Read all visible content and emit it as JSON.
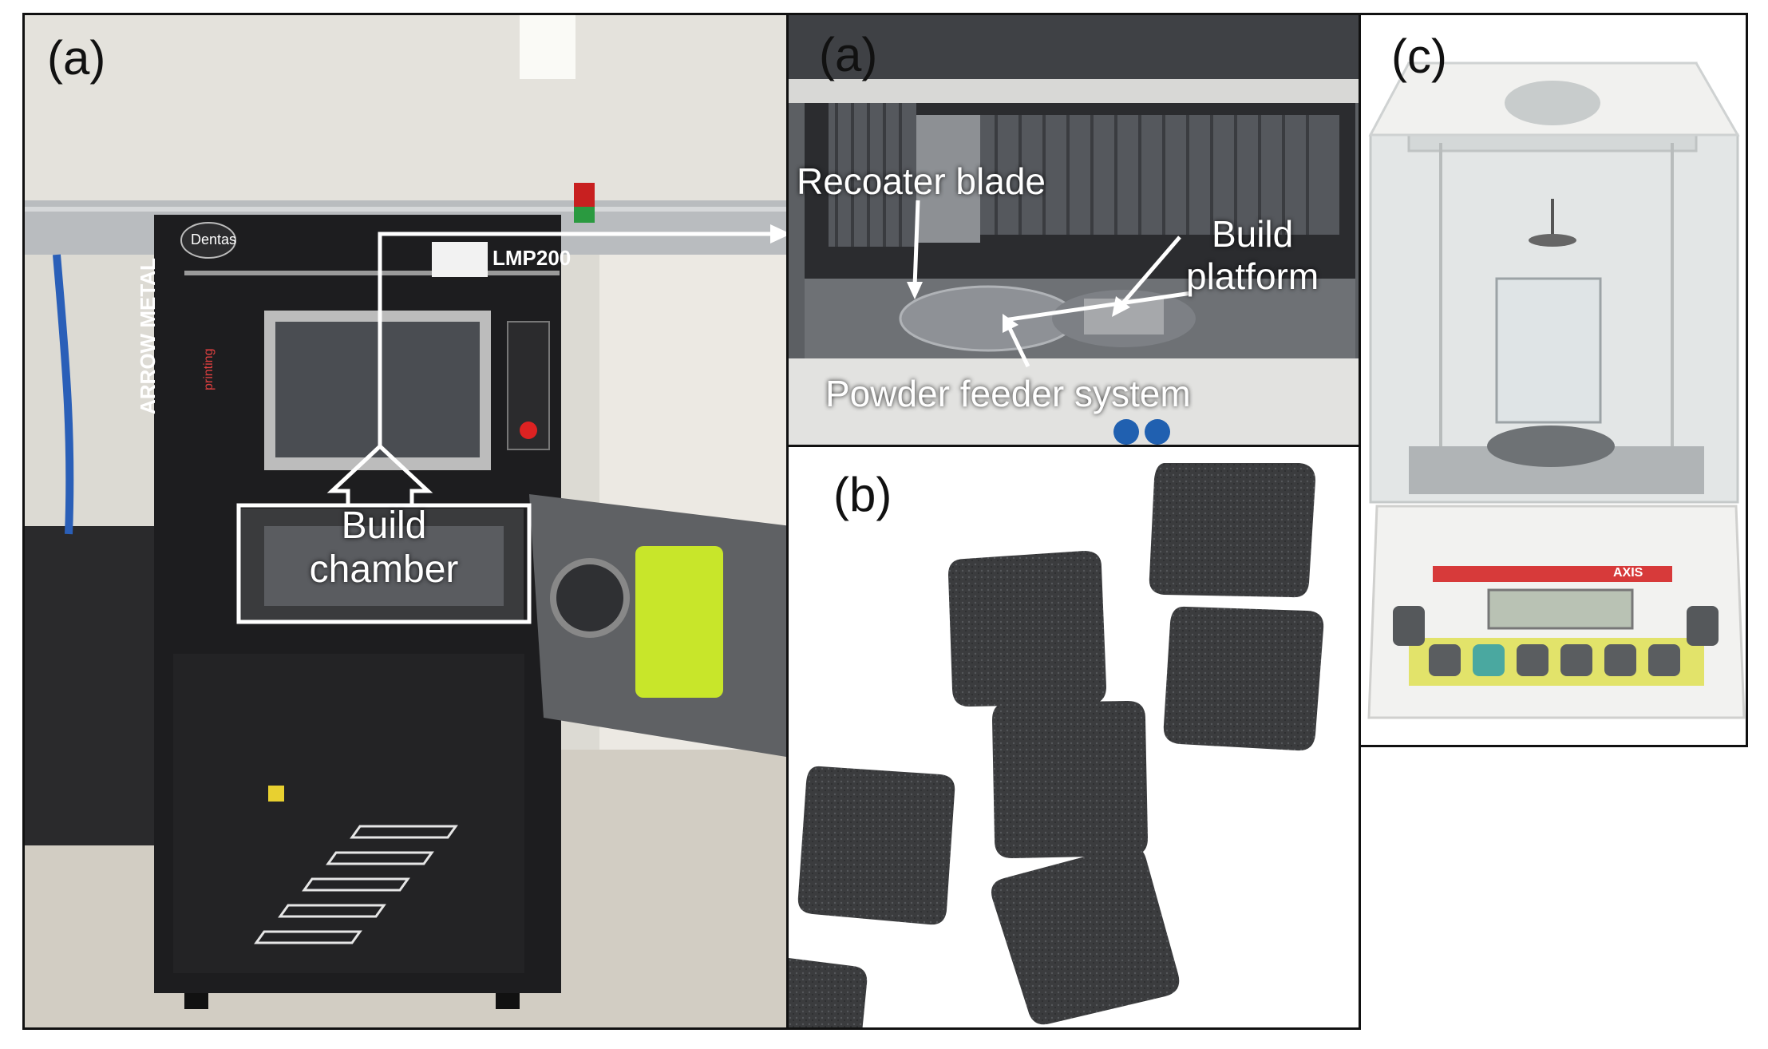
{
  "figure": {
    "panels": [
      {
        "id": "machine",
        "label": "(a)"
      },
      {
        "id": "chamber",
        "label": "(a)"
      },
      {
        "id": "cubes",
        "label": "(b)"
      },
      {
        "id": "balance",
        "label": "(c)"
      }
    ],
    "annotations": {
      "build_chamber": "Build\nchamber",
      "recoater_blade": "Recoater blade",
      "build_platform": "Build\nplatform",
      "powder_feeder": "Powder feeder system"
    },
    "machine_marks": {
      "brand": "Dentas",
      "model": "LMP200",
      "side_text": "ARROW METAL",
      "side_sub": "printing"
    },
    "balance_marks": {
      "brand": "AXIS"
    },
    "colors": {
      "annotation": "#ffffff",
      "panel_border": "#111111",
      "machine_body": "#1d1d1f",
      "lime_window": "#c8e62a"
    }
  }
}
